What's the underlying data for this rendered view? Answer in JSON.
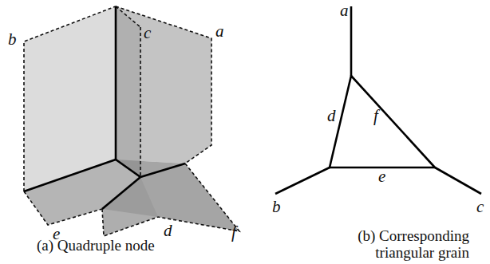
{
  "diagram": {
    "labels": [
      "b",
      "c",
      "a",
      "e",
      "d",
      "f",
      "a",
      "d",
      "f",
      "b",
      "e",
      "c",
      "(a) Quadruple node",
      "(b) Corresponding triangular grain"
    ]
  }
}
